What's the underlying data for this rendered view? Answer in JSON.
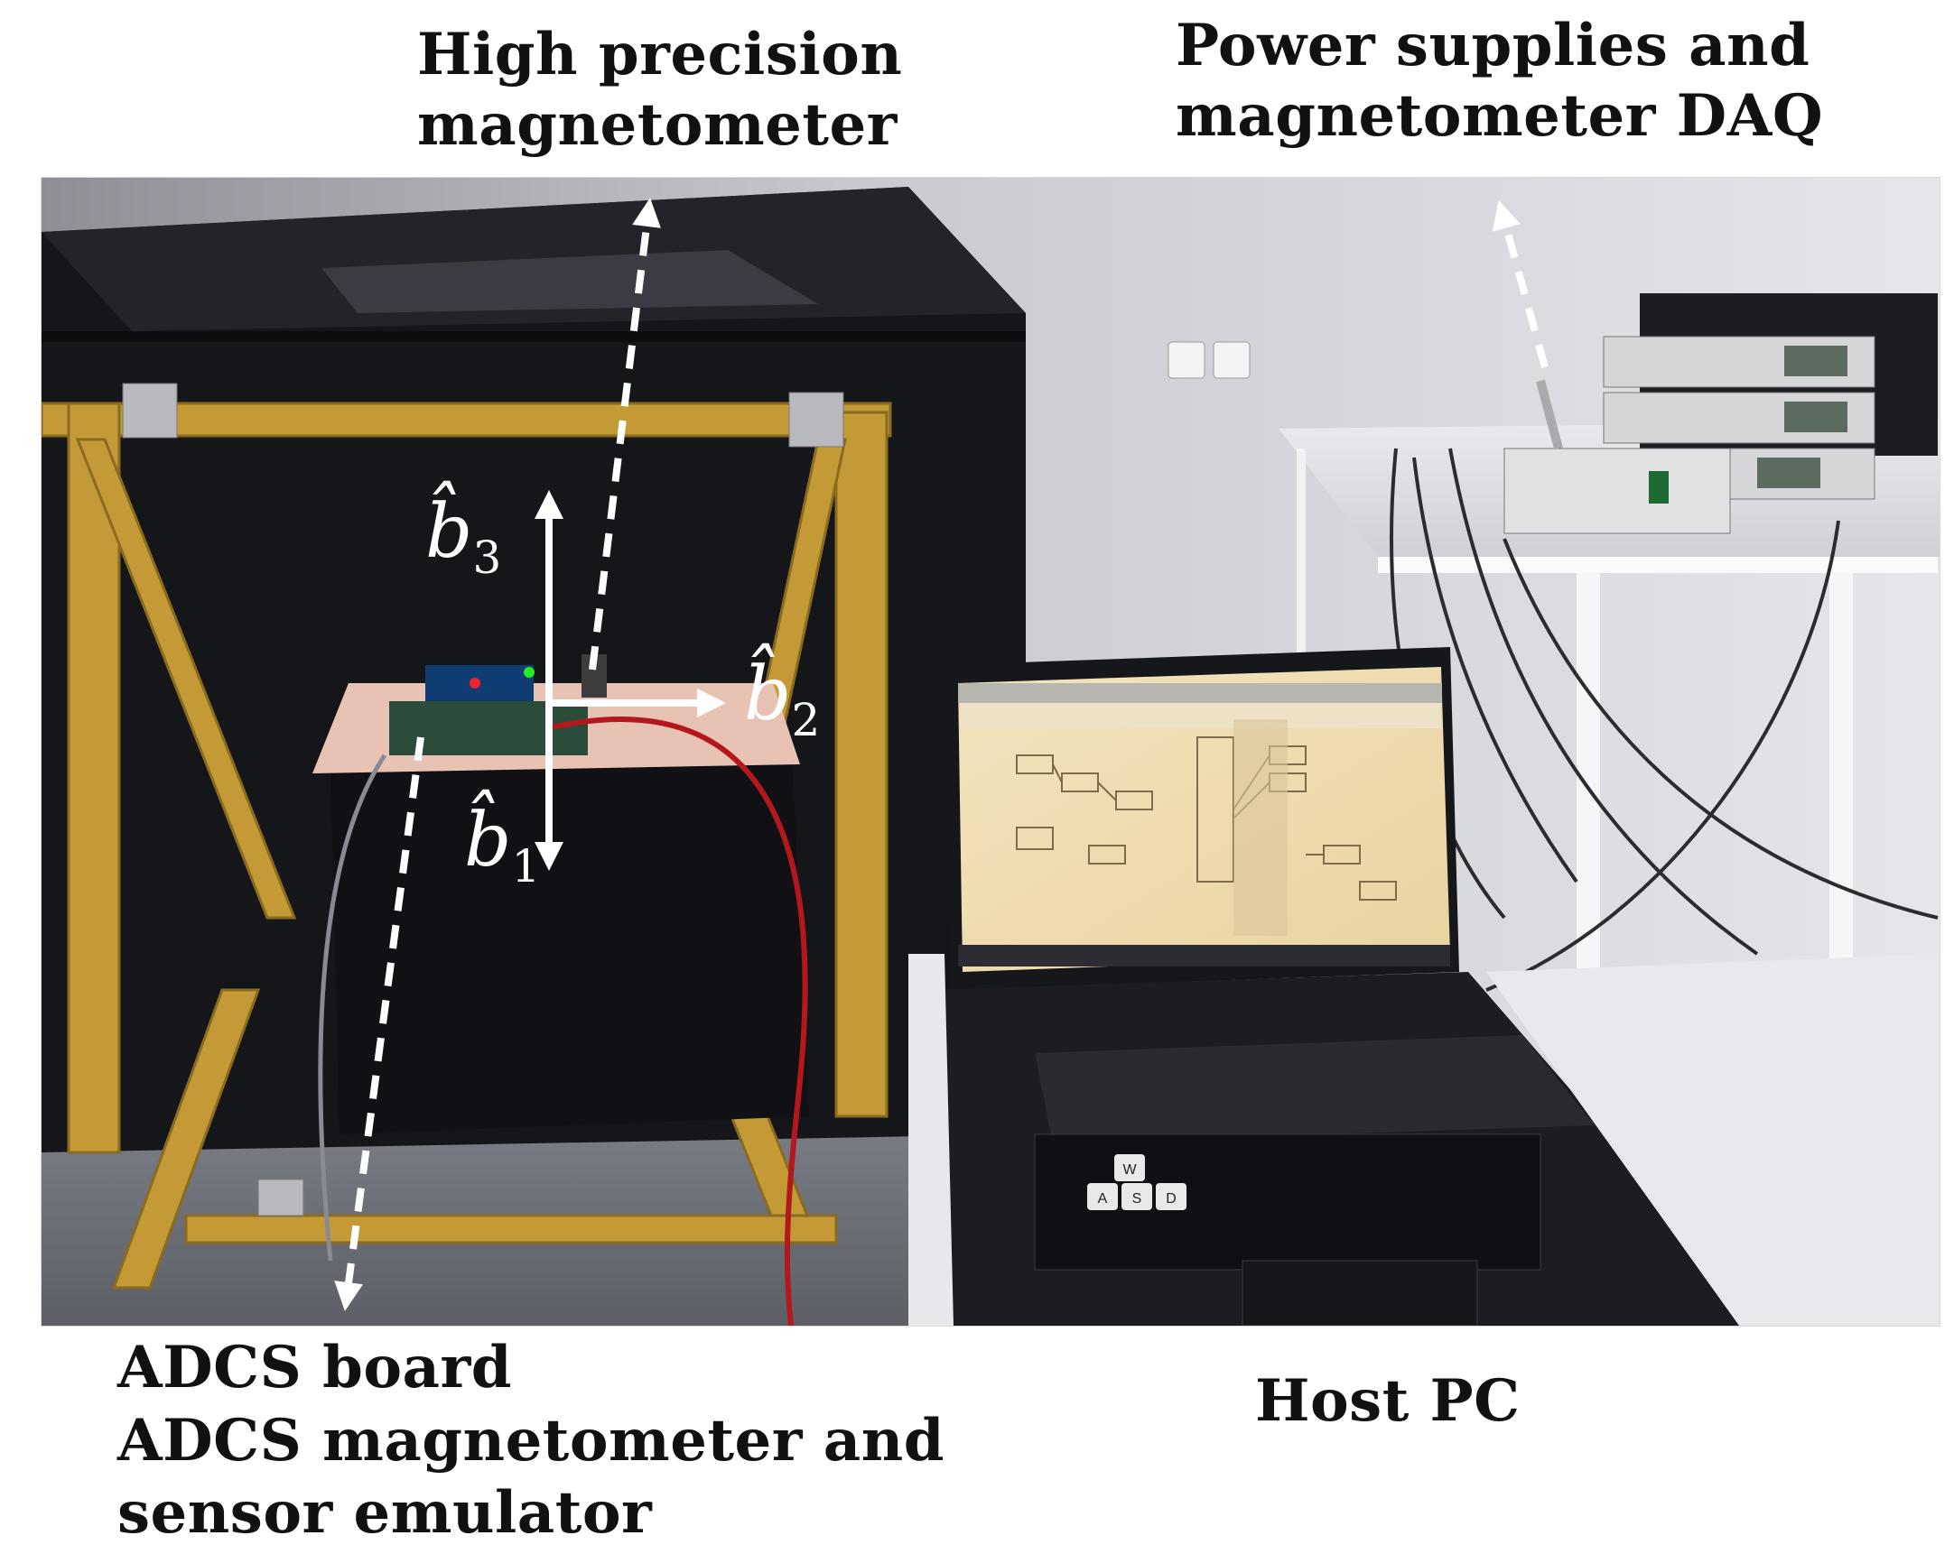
{
  "captions": {
    "high_precision_magnetometer": [
      "High precision",
      "magnetometer"
    ],
    "power_supplies_daq": [
      "Power supplies and",
      "magnetometer DAQ"
    ],
    "adcs_board": [
      "ADCS board",
      "ADCS magnetometer and",
      "sensor emulator"
    ],
    "host_pc": "Host PC"
  },
  "axis_labels": {
    "b1": {
      "symbol": "b̂",
      "subscript": "1"
    },
    "b2": {
      "symbol": "b̂",
      "subscript": "2"
    },
    "b3": {
      "symbol": "b̂",
      "subscript": "3"
    }
  },
  "laptop_keys": [
    "W",
    "A",
    "S",
    "D"
  ]
}
